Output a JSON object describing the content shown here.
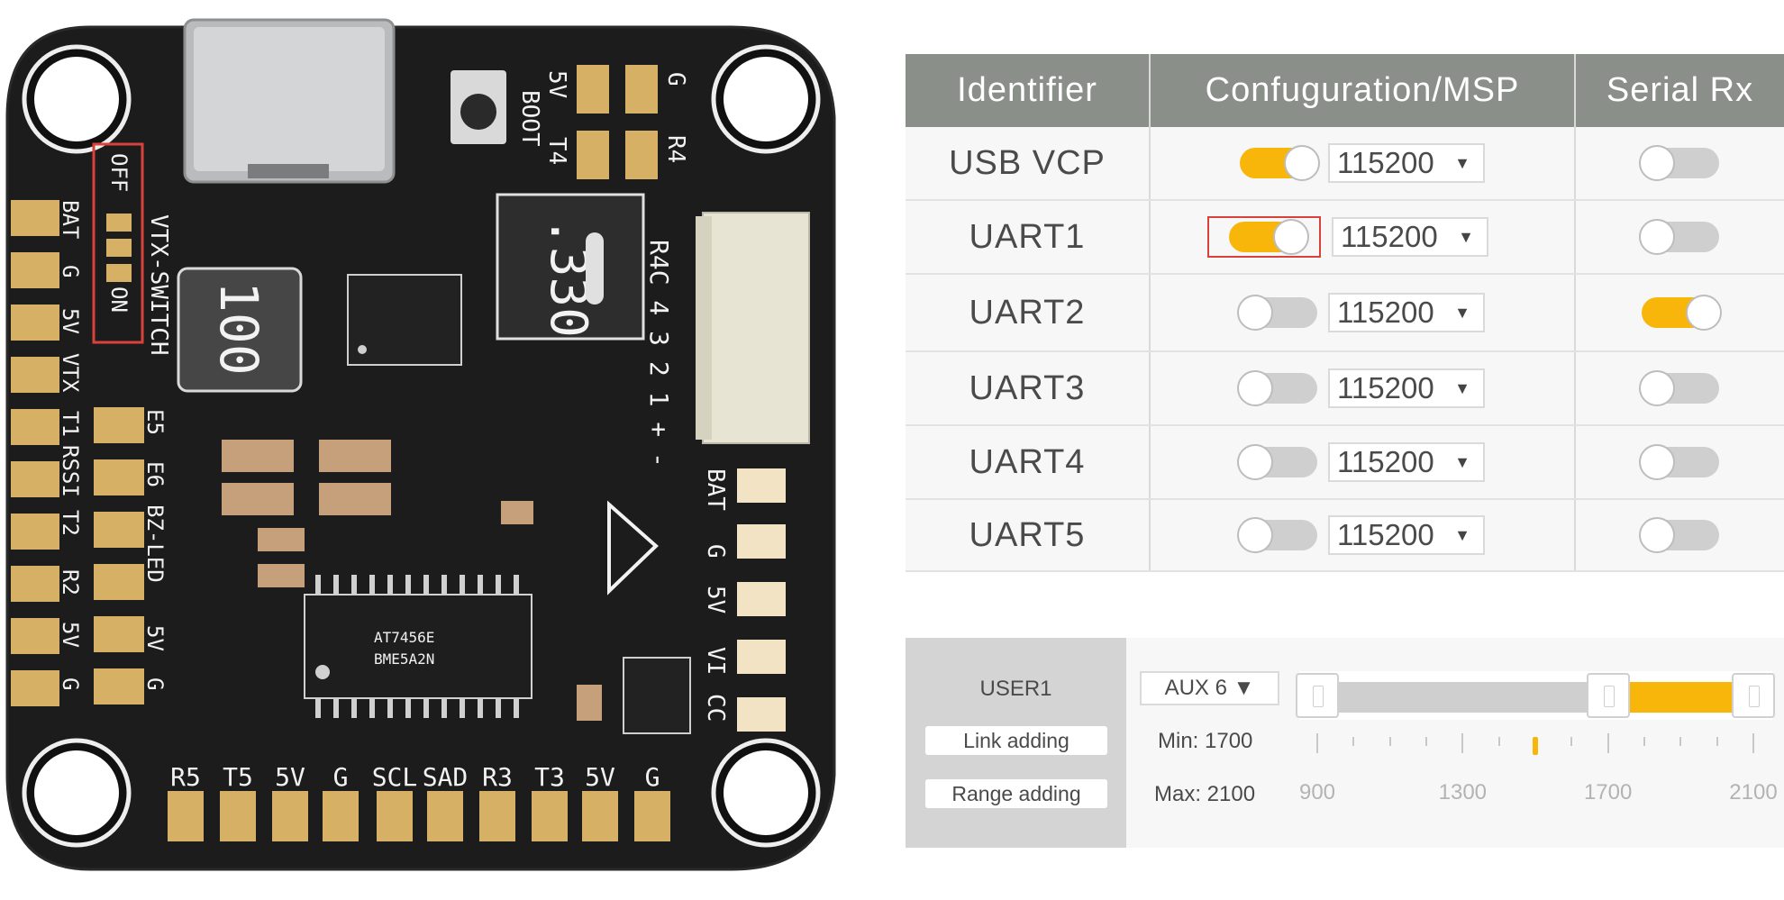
{
  "board": {
    "usb_port": "USB-C",
    "boot_switch": [
      "OFF",
      "ON"
    ],
    "switch_label": "VTX-SWITCH",
    "top_right_labels": [
      "5V",
      "BOOT",
      "T4",
      "G",
      "R4"
    ],
    "left_pad_labels": [
      "BAT",
      "G",
      "5V",
      "VTX",
      "T1",
      "RSSI",
      "T2",
      "R2",
      "5V",
      "G"
    ],
    "left_inner_labels": [
      "E5",
      "E6",
      "BZ-LED",
      "5V",
      "G"
    ],
    "connector_label": "R4C 4 3 2 1 + -",
    "right_pad_labels": [
      "BAT",
      "G",
      "5V",
      "VI",
      "CC"
    ],
    "bottom_pad_labels": [
      "R5",
      "T5",
      "5V",
      "G",
      "SCL",
      "SAD",
      "R3",
      "T3",
      "5V",
      "G"
    ],
    "inductor_1": "100",
    "inductor_2": ".330",
    "chip_line1": "AT7456E",
    "chip_line2": "BME5A2N"
  },
  "ports_table": {
    "headers": [
      "Identifier",
      "Confuguration/MSP",
      "Serial Rx"
    ],
    "rows": [
      {
        "id": "USB VCP",
        "msp_enabled": true,
        "baud": "115200",
        "serial_rx": false
      },
      {
        "id": "UART1",
        "msp_enabled": true,
        "baud": "115200",
        "serial_rx": false,
        "highlighted": true
      },
      {
        "id": "UART2",
        "msp_enabled": false,
        "baud": "115200",
        "serial_rx": true
      },
      {
        "id": "UART3",
        "msp_enabled": false,
        "baud": "115200",
        "serial_rx": false
      },
      {
        "id": "UART4",
        "msp_enabled": false,
        "baud": "115200",
        "serial_rx": false
      },
      {
        "id": "UART5",
        "msp_enabled": false,
        "baud": "115200",
        "serial_rx": false
      }
    ],
    "dropdown_arrow": "▼"
  },
  "modes": {
    "name": "USER1",
    "link_button": "Link adding",
    "range_button": "Range adding",
    "aux": "AUX 6 ▼",
    "min_label": "Min: 1700",
    "max_label": "Max: 2100",
    "scale_min": 900,
    "scale_max": 2100,
    "range_min": 1700,
    "range_max": 2100,
    "current_value": 1500,
    "tick_labels": [
      "900",
      "1300",
      "1700",
      "2100"
    ]
  },
  "colors": {
    "accent": "#f8b60a",
    "header_bg": "#8a8f89",
    "highlight_box": "#d9423b",
    "pcb": "#1c1c1c",
    "pad_gold": "#d6b065"
  }
}
